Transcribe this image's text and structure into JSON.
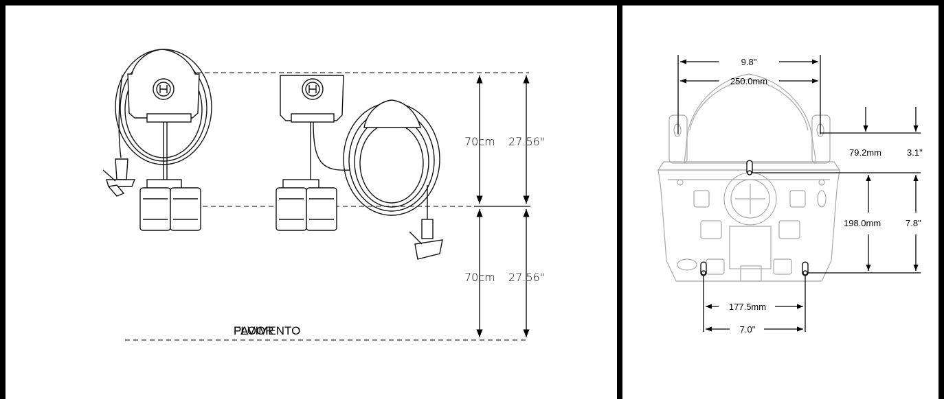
{
  "left": {
    "height_upper_cm": "70cm",
    "height_upper_in": "27.56\"",
    "height_lower_cm": "70cm",
    "height_lower_in": "27.56\"",
    "floor_label": "PAVIMENTO",
    "floor_label_overlay": "FLOOR"
  },
  "right": {
    "width_in": "9.8\"",
    "width_mm": "250.0mm",
    "top_offset_mm": "79.2mm",
    "top_offset_in": "3.1\"",
    "vertical_mm": "198.0mm",
    "vertical_in": "7.8\"",
    "bottom_mm": "177.5mm",
    "bottom_in": "7.0\""
  },
  "colors": {
    "frame": "#000000",
    "ghost": "#a8a8a8",
    "ink": "#111111"
  }
}
